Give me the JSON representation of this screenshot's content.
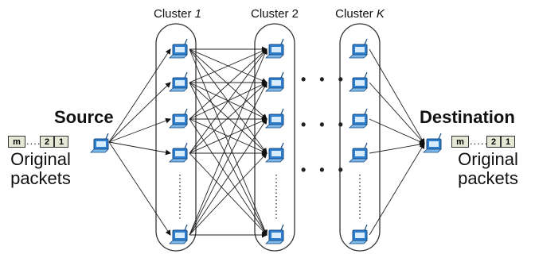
{
  "clusters": [
    {
      "prefix": "Cluster ",
      "index": "1"
    },
    {
      "prefix": "Cluster ",
      "index": "2"
    },
    {
      "prefix": "Cluster ",
      "index": "K"
    }
  ],
  "source": {
    "label": "Source"
  },
  "destination": {
    "label": "Destination"
  },
  "packets_left": {
    "cells": [
      "m",
      "2",
      "1"
    ],
    "caption_line1": "Original",
    "caption_line2": "packets"
  },
  "packets_right": {
    "cells": [
      "m",
      "2",
      "1"
    ],
    "caption_line1": "Original",
    "caption_line2": "packets"
  },
  "icon": "wireless-device-icon"
}
